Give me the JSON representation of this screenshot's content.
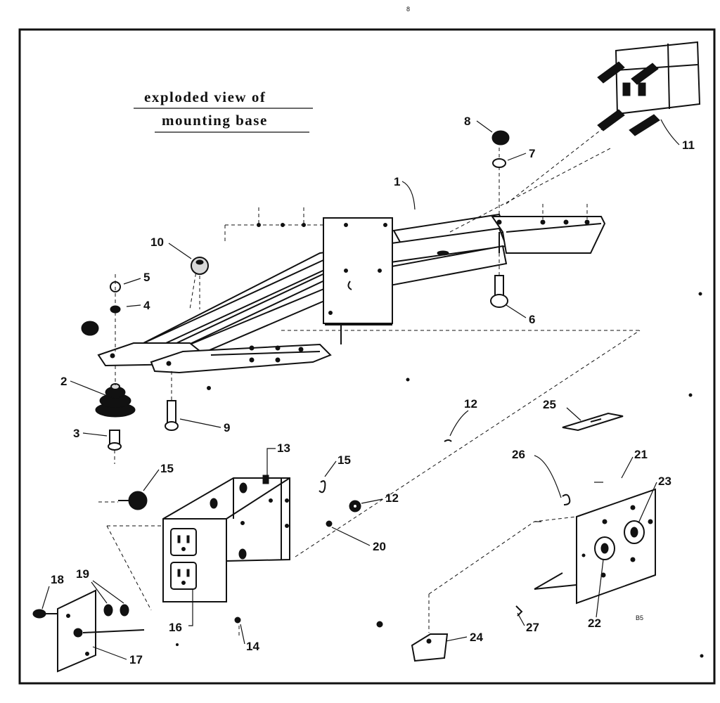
{
  "page_marker": "8",
  "title": {
    "line1": "exploded view of",
    "line2": "mounting base"
  },
  "corner_code": "B5",
  "callouts": [
    "1",
    "2",
    "3",
    "4",
    "5",
    "6",
    "7",
    "8",
    "9",
    "10",
    "11",
    "12",
    "12",
    "13",
    "14",
    "15",
    "15",
    "16",
    "17",
    "18",
    "19",
    "20",
    "21",
    "22",
    "23",
    "24",
    "25",
    "26",
    "27"
  ]
}
